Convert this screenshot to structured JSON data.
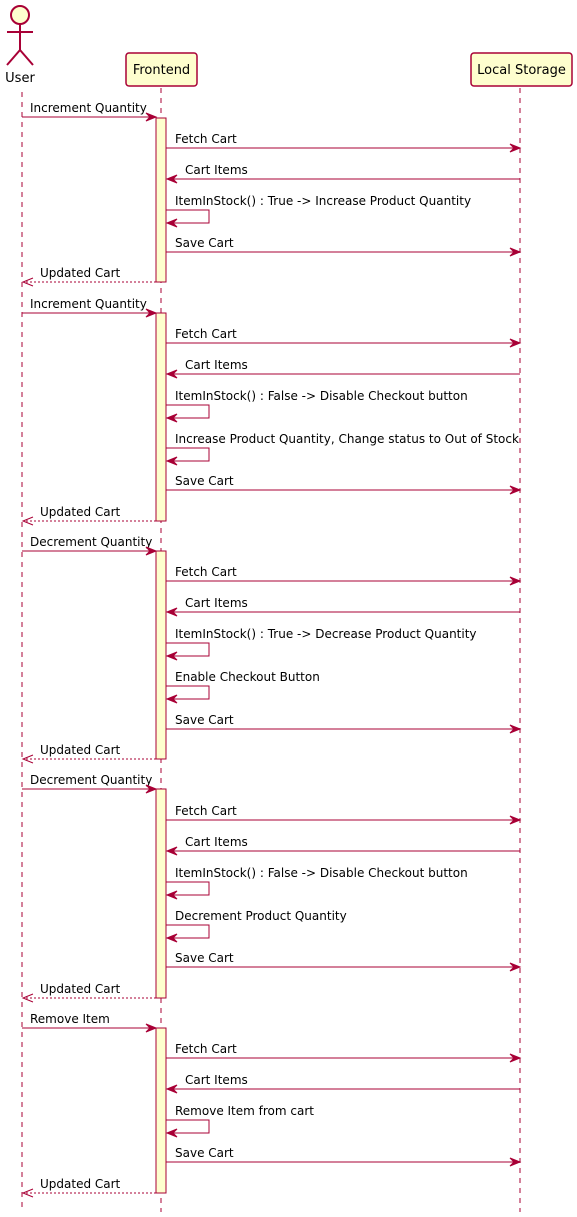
{
  "colors": {
    "line": "#A80036",
    "box_fill": "#FEFECE",
    "box_stroke": "#A80036",
    "text": "#000000"
  },
  "participants": {
    "user": "User",
    "frontend": "Frontend",
    "storage": "Local Storage"
  },
  "messages": [
    {
      "from": "user",
      "to": "frontend",
      "label": "Increment Quantity",
      "kind": "sync",
      "y": 0
    },
    {
      "from": "frontend",
      "to": "storage",
      "label": "Fetch Cart",
      "kind": "sync"
    },
    {
      "from": "storage",
      "to": "frontend",
      "label": "Cart Items",
      "kind": "sync"
    },
    {
      "from": "frontend",
      "to": "frontend",
      "label": "ItemInStock() : True -> Increase Product Quantity",
      "kind": "self"
    },
    {
      "from": "frontend",
      "to": "storage",
      "label": "Save Cart",
      "kind": "sync"
    },
    {
      "from": "frontend",
      "to": "user",
      "label": "Updated Cart",
      "kind": "return"
    },
    {
      "from": "user",
      "to": "frontend",
      "label": "Increment Quantity",
      "kind": "sync"
    },
    {
      "from": "frontend",
      "to": "storage",
      "label": "Fetch Cart",
      "kind": "sync"
    },
    {
      "from": "storage",
      "to": "frontend",
      "label": "Cart Items",
      "kind": "sync"
    },
    {
      "from": "frontend",
      "to": "frontend",
      "label": "ItemInStock() : False -> Disable Checkout button",
      "kind": "self"
    },
    {
      "from": "frontend",
      "to": "frontend",
      "label": "Increase Product Quantity, Change status to Out of Stock",
      "kind": "self"
    },
    {
      "from": "frontend",
      "to": "storage",
      "label": "Save Cart",
      "kind": "sync"
    },
    {
      "from": "frontend",
      "to": "user",
      "label": "Updated Cart",
      "kind": "return"
    },
    {
      "from": "user",
      "to": "frontend",
      "label": "Decrement Quantity",
      "kind": "sync"
    },
    {
      "from": "frontend",
      "to": "storage",
      "label": "Fetch Cart",
      "kind": "sync"
    },
    {
      "from": "storage",
      "to": "frontend",
      "label": "Cart Items",
      "kind": "sync"
    },
    {
      "from": "frontend",
      "to": "frontend",
      "label": "ItemInStock() : True -> Decrease Product Quantity",
      "kind": "self"
    },
    {
      "from": "frontend",
      "to": "frontend",
      "label": "Enable Checkout Button",
      "kind": "self"
    },
    {
      "from": "frontend",
      "to": "storage",
      "label": "Save Cart",
      "kind": "sync"
    },
    {
      "from": "frontend",
      "to": "user",
      "label": "Updated Cart",
      "kind": "return"
    },
    {
      "from": "user",
      "to": "frontend",
      "label": "Decrement Quantity",
      "kind": "sync"
    },
    {
      "from": "frontend",
      "to": "storage",
      "label": "Fetch Cart",
      "kind": "sync"
    },
    {
      "from": "storage",
      "to": "frontend",
      "label": "Cart Items",
      "kind": "sync"
    },
    {
      "from": "frontend",
      "to": "frontend",
      "label": "ItemInStock() : False -> Disable Checkout button",
      "kind": "self"
    },
    {
      "from": "frontend",
      "to": "frontend",
      "label": "Decrement Product Quantity",
      "kind": "self"
    },
    {
      "from": "frontend",
      "to": "storage",
      "label": "Save Cart",
      "kind": "sync"
    },
    {
      "from": "frontend",
      "to": "user",
      "label": "Updated Cart",
      "kind": "return"
    },
    {
      "from": "user",
      "to": "frontend",
      "label": "Remove Item",
      "kind": "sync"
    },
    {
      "from": "frontend",
      "to": "storage",
      "label": "Fetch Cart",
      "kind": "sync"
    },
    {
      "from": "storage",
      "to": "frontend",
      "label": "Cart Items",
      "kind": "sync"
    },
    {
      "from": "frontend",
      "to": "frontend",
      "label": "Remove Item from cart",
      "kind": "self"
    },
    {
      "from": "frontend",
      "to": "storage",
      "label": "Save Cart",
      "kind": "sync"
    },
    {
      "from": "frontend",
      "to": "user",
      "label": "Updated Cart",
      "kind": "return"
    }
  ]
}
